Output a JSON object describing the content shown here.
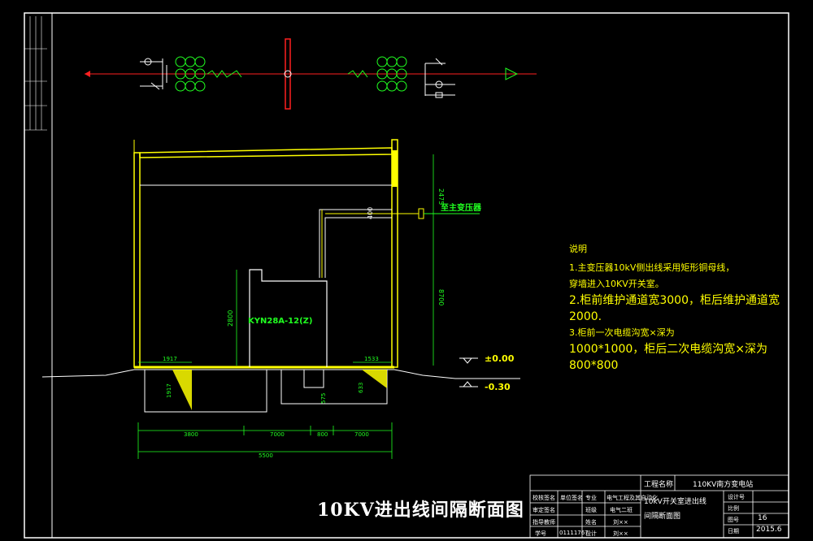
{
  "drawing": {
    "title": "10KV进出线间隔断面图",
    "to_transformer": "至主变压器",
    "cabinet_model": "KYN28A-12(Z)",
    "levels": {
      "ground": "±0.00",
      "pit": "-0.30"
    },
    "dimensions": {
      "top_height": "2475",
      "right_height": "8700",
      "left_height": "2800",
      "pipe_dim": "400",
      "left_trench_w": "1917",
      "left_trench_d": "1917",
      "right_trench_w": "1533",
      "pit_depth_1": "575",
      "pit_depth_2": "633",
      "bottom_a": "3800",
      "bottom_b": "7000",
      "bottom_c": "800",
      "bottom_d": "7000",
      "total": "5500"
    }
  },
  "notes": {
    "heading": "说明",
    "lines": [
      "1.主变压器10kV侧出线采用矩形铜母线，",
      "穿墙进入10KV开关室。",
      "2.柜前维护通道宽3000，柜后维护通道宽",
      "2000.",
      "3.柜前一次电缆沟宽×深为",
      "1000*1000，柜后二次电缆沟宽×深为",
      "800*800"
    ]
  },
  "title_block": {
    "project_label": "工程名称",
    "project_name": "110KV南方变电站",
    "drawing_name_1": "10kV开关室进出线",
    "drawing_name_2": "间隔断面图",
    "sheet_label": "图号",
    "sheet_no": "16",
    "scale_label": "比例",
    "date_label": "日期",
    "date_value": "2015.6",
    "design_label": "设计号",
    "r1": [
      "校核签名",
      "单位签名",
      "专业",
      "电气工程及其自动化"
    ],
    "r2": [
      "审定签名",
      "",
      "班级",
      "电气二班"
    ],
    "r3": [
      "指导教师",
      "",
      "姓名",
      "刘××"
    ],
    "r4": [
      "学号",
      "01111767",
      "设计",
      "刘××"
    ]
  }
}
